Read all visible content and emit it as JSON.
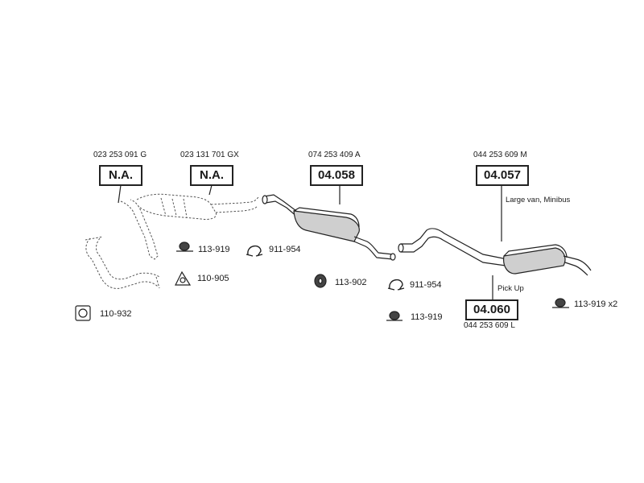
{
  "groups": [
    {
      "part_number": "023 253 091 G",
      "code": "N.A."
    },
    {
      "part_number": "023 131 701 GX",
      "code": "N.A."
    },
    {
      "part_number": "074 253 409 A",
      "code": "04.058"
    },
    {
      "part_number": "044 253 609 M",
      "code": "04.057",
      "note": "Large van, Minibus"
    },
    {
      "part_number": "044 253 609 L",
      "code": "04.060",
      "note": "Pick Up"
    }
  ],
  "accessories": [
    {
      "label": "113-919",
      "icon": "rubber-hanger-icon"
    },
    {
      "label": "911-954",
      "icon": "pipe-clamp-icon"
    },
    {
      "label": "110-905",
      "icon": "triangle-gasket-icon"
    },
    {
      "label": "110-932",
      "icon": "square-gasket-icon"
    },
    {
      "label": "113-902",
      "icon": "rubber-ring-icon"
    },
    {
      "label": "911-954",
      "icon": "pipe-clamp-icon"
    },
    {
      "label": "113-919",
      "icon": "rubber-hanger-icon"
    },
    {
      "label": "113-919 x2",
      "icon": "rubber-hanger-icon"
    }
  ]
}
